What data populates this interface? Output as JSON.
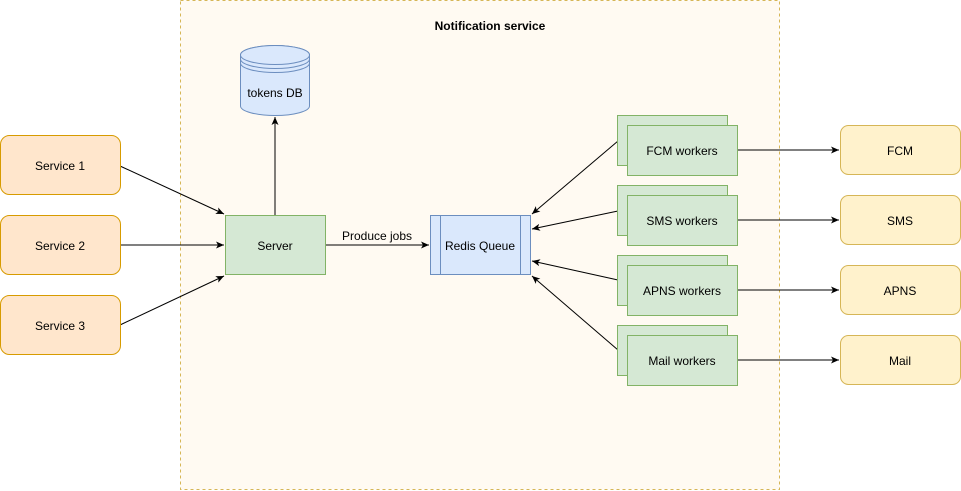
{
  "diagram": {
    "container_title": "Notification service",
    "database": "tokens DB",
    "services": [
      "Service 1",
      "Service 2",
      "Service 3"
    ],
    "server": "Server",
    "edge_label": "Produce jobs",
    "queue": "Redis Queue",
    "workers": [
      "FCM workers",
      "SMS workers",
      "APNS workers",
      "Mail workers"
    ],
    "destinations": [
      "FCM",
      "SMS",
      "APNS",
      "Mail"
    ]
  },
  "colors": {
    "service_fill": "#ffe6cc",
    "service_stroke": "#d79b00",
    "server_fill": "#d5e8d4",
    "server_stroke": "#82b366",
    "queue_fill": "#dae8fc",
    "queue_stroke": "#6c8ebf",
    "destination_fill": "#fff2cc",
    "destination_stroke": "#d6b656",
    "container_fill": "#fffaf2",
    "container_stroke": "#d6b656"
  }
}
